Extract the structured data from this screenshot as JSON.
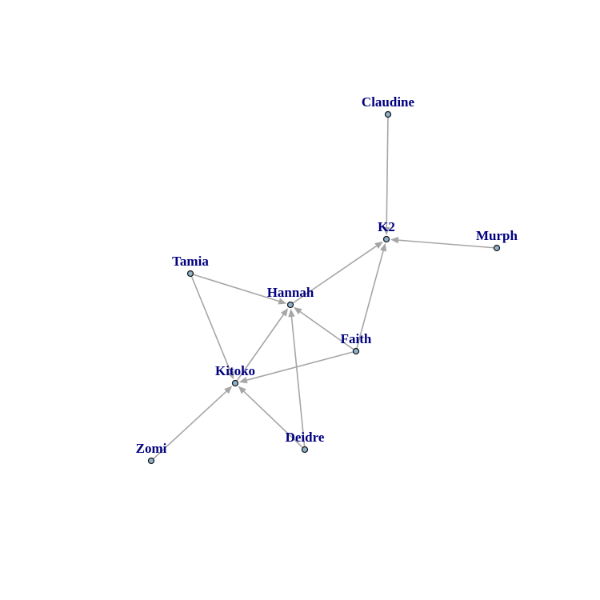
{
  "graph": {
    "directed": true,
    "node_fill": "#8fb3cc",
    "label_color": "#000080",
    "edge_color": "#a6a6a6",
    "nodes": [
      {
        "id": "Claudine",
        "label": "Claudine"
      },
      {
        "id": "K2",
        "label": "K2"
      },
      {
        "id": "Murph",
        "label": "Murph"
      },
      {
        "id": "Tamia",
        "label": "Tamia"
      },
      {
        "id": "Hannah",
        "label": "Hannah"
      },
      {
        "id": "Faith",
        "label": "Faith"
      },
      {
        "id": "Kitoko",
        "label": "Kitoko"
      },
      {
        "id": "Deidre",
        "label": "Deidre"
      },
      {
        "id": "Zomi",
        "label": "Zomi"
      }
    ],
    "edges": [
      {
        "from": "Claudine",
        "to": "K2"
      },
      {
        "from": "Murph",
        "to": "K2"
      },
      {
        "from": "Hannah",
        "to": "K2"
      },
      {
        "from": "Faith",
        "to": "K2"
      },
      {
        "from": "Tamia",
        "to": "Hannah"
      },
      {
        "from": "Faith",
        "to": "Hannah"
      },
      {
        "from": "Kitoko",
        "to": "Hannah"
      },
      {
        "from": "Deidre",
        "to": "Hannah"
      },
      {
        "from": "Tamia",
        "to": "Kitoko"
      },
      {
        "from": "Faith",
        "to": "Kitoko"
      },
      {
        "from": "Zomi",
        "to": "Kitoko"
      },
      {
        "from": "Deidre",
        "to": "Kitoko"
      }
    ]
  }
}
